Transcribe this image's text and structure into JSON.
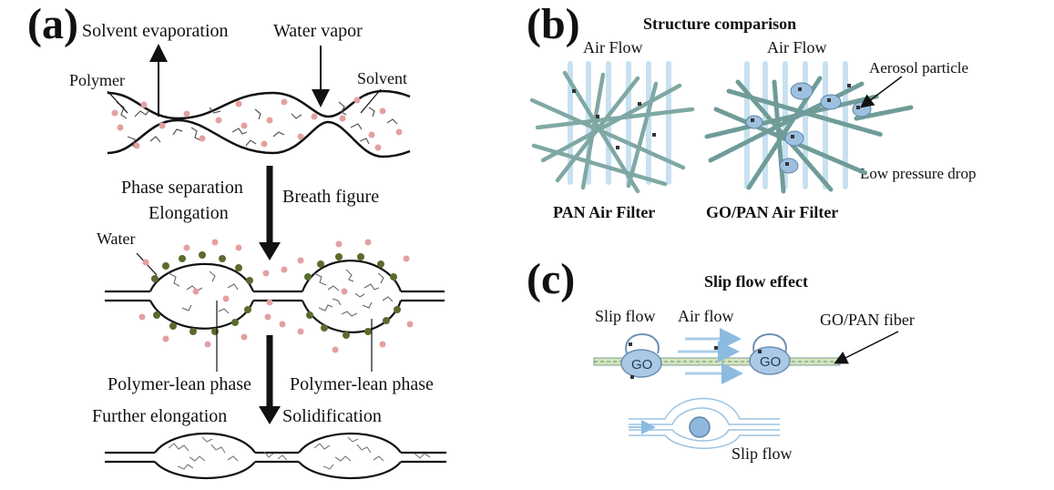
{
  "panel_a": {
    "letter": "(a)",
    "solvent_evaporation": "Solvent evaporation",
    "water_vapor": "Water vapor",
    "polymer": "Polymer",
    "solvent": "Solvent",
    "phase_separation": "Phase separation",
    "elongation": "Elongation",
    "breath_figure": "Breath figure",
    "water": "Water",
    "polymer_lean_left": "Polymer-lean phase",
    "polymer_lean_right": "Polymer-lean phase",
    "further_elongation": "Further elongation",
    "solidification": "Solidification"
  },
  "panel_b": {
    "letter": "(b)",
    "title": "Structure comparison",
    "air_flow_left": "Air Flow",
    "air_flow_right": "Air Flow",
    "aerosol_particle": "Aerosol particle",
    "low_pressure_drop": "Low pressure drop",
    "pan_filter": "PAN Air Filter",
    "gopan_filter": "GO/PAN Air Filter"
  },
  "panel_c": {
    "letter": "(c)",
    "title": "Slip flow effect",
    "slip_flow_top": "Slip flow",
    "air_flow": "Air flow",
    "gopan_fiber": "GO/PAN fiber",
    "go_left": "GO",
    "go_right": "GO",
    "slip_flow_bottom": "Slip flow"
  },
  "colors": {
    "dot": "#e3a0a0",
    "water_dot": "#5a6b2e",
    "fiber": "#8fb5b0",
    "arrow_light": "#a9cde8",
    "go_blob": "#a9c9e6"
  }
}
